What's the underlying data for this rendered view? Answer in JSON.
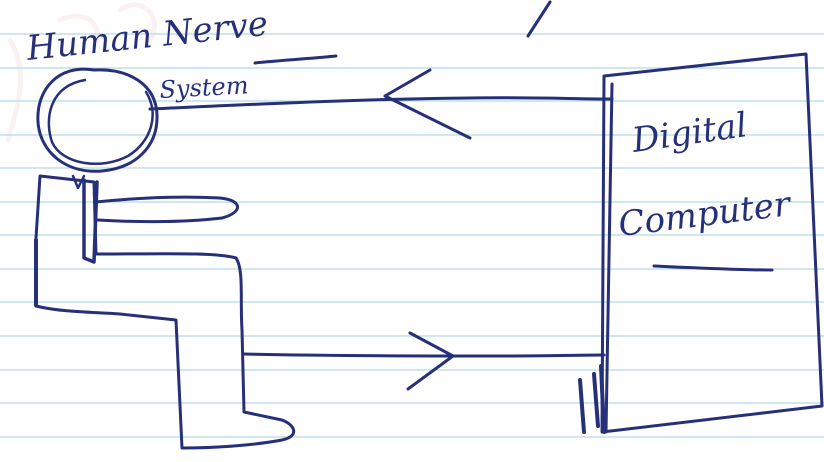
{
  "diagram": {
    "labels": {
      "human_title": "Human Nerve",
      "human_subtitle": "System",
      "computer_line1": "Digital",
      "computer_line2": "Computer"
    },
    "colors": {
      "ink": "#26307a",
      "paper": "#ffffff",
      "rule_line": "#9fd2dd",
      "watermark": "#f2d9d9"
    }
  }
}
